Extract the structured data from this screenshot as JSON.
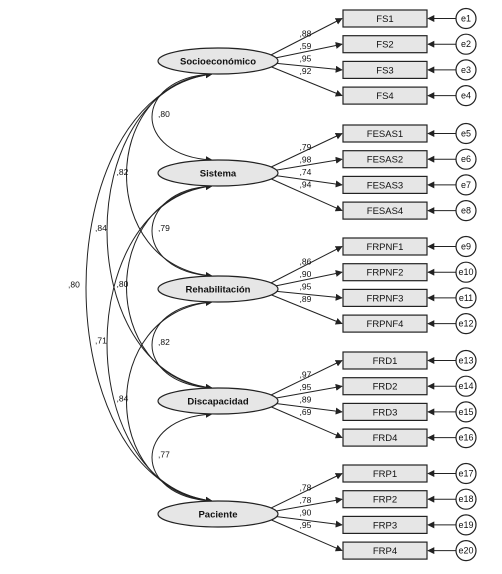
{
  "factors": [
    {
      "label": "Socioeconómico",
      "indicators": [
        {
          "label": "FS1",
          "loading": ",88",
          "error": "e1"
        },
        {
          "label": "FS2",
          "loading": ",59",
          "error": "e2"
        },
        {
          "label": "FS3",
          "loading": ",95",
          "error": "e3"
        },
        {
          "label": "FS4",
          "loading": ",92",
          "error": "e4"
        }
      ]
    },
    {
      "label": "Sistema",
      "indicators": [
        {
          "label": "FESAS1",
          "loading": ",79",
          "error": "e5"
        },
        {
          "label": "FESAS2",
          "loading": ",98",
          "error": "e6"
        },
        {
          "label": "FESAS3",
          "loading": ",74",
          "error": "e7"
        },
        {
          "label": "FESAS4",
          "loading": ",94",
          "error": "e8"
        }
      ]
    },
    {
      "label": "Rehabilitación",
      "indicators": [
        {
          "label": "FRPNF1",
          "loading": ",86",
          "error": "e9"
        },
        {
          "label": "FRPNF2",
          "loading": ",90",
          "error": "e10"
        },
        {
          "label": "FRPNF3",
          "loading": ",95",
          "error": "e11"
        },
        {
          "label": "FRPNF4",
          "loading": ",89",
          "error": "e12"
        }
      ]
    },
    {
      "label": "Discapacidad",
      "indicators": [
        {
          "label": "FRD1",
          "loading": ",97",
          "error": "e13"
        },
        {
          "label": "FRD2",
          "loading": ",95",
          "error": "e14"
        },
        {
          "label": "FRD3",
          "loading": ",89",
          "error": "e15"
        },
        {
          "label": "FRD4",
          "loading": ",69",
          "error": "e16"
        }
      ]
    },
    {
      "label": "Paciente",
      "indicators": [
        {
          "label": "FRP1",
          "loading": ",78",
          "error": "e17"
        },
        {
          "label": "FRP2",
          "loading": ",78",
          "error": "e18"
        },
        {
          "label": "FRP3",
          "loading": ",90",
          "error": "e19"
        },
        {
          "label": "FRP4",
          "loading": ",95",
          "error": "e20"
        }
      ]
    }
  ],
  "correlations": [
    {
      "from": 0,
      "to": 1,
      "value": ",80"
    },
    {
      "from": 1,
      "to": 2,
      "value": ",79"
    },
    {
      "from": 2,
      "to": 3,
      "value": ",82"
    },
    {
      "from": 3,
      "to": 4,
      "value": ",77"
    },
    {
      "from": 0,
      "to": 2,
      "value": ",82"
    },
    {
      "from": 1,
      "to": 3,
      "value": ",80"
    },
    {
      "from": 2,
      "to": 4,
      "value": ",84"
    },
    {
      "from": 0,
      "to": 3,
      "value": ",84"
    },
    {
      "from": 1,
      "to": 4,
      "value": ",71"
    },
    {
      "from": 0,
      "to": 4,
      "value": ",80"
    }
  ]
}
